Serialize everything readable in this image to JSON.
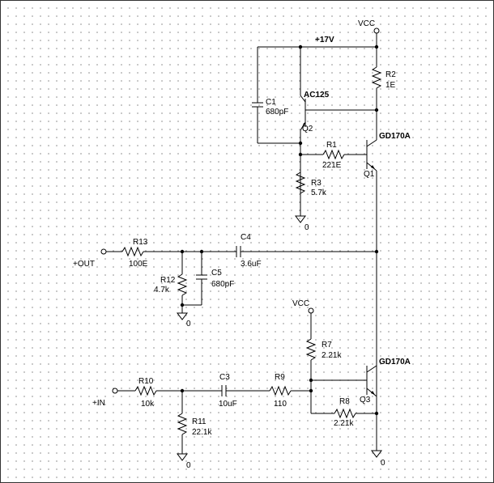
{
  "rails": {
    "vcc_top": "VCC",
    "supply_17v": "+17V",
    "vcc_mid": "VCC"
  },
  "grounds": {
    "g_r3": "0",
    "g_r12": "0",
    "g_r11": "0",
    "g_main": "0"
  },
  "ports": {
    "out": "+OUT",
    "in": "+IN"
  },
  "components": {
    "r1": {
      "ref": "R1",
      "value": "221E"
    },
    "r2": {
      "ref": "R2",
      "value": "1E"
    },
    "r3": {
      "ref": "R3",
      "value": "5.7k"
    },
    "r7": {
      "ref": "R7",
      "value": "2.21k"
    },
    "r8": {
      "ref": "R8",
      "value": "2.21k"
    },
    "r9": {
      "ref": "R9",
      "value": "110"
    },
    "r10": {
      "ref": "R10",
      "value": "10k"
    },
    "r11": {
      "ref": "R11",
      "value": "22.1k"
    },
    "r12": {
      "ref": "R12",
      "value": "4.7k"
    },
    "r13": {
      "ref": "R13",
      "value": "100E"
    },
    "c1": {
      "ref": "C1",
      "value": "680pF"
    },
    "c3": {
      "ref": "C3",
      "value": "10uF"
    },
    "c4": {
      "ref": "C4",
      "value": "3.6uF"
    },
    "c5": {
      "ref": "C5",
      "value": "680pF"
    },
    "q1": {
      "ref": "Q1",
      "part": "GD170A"
    },
    "q2": {
      "ref": "Q2",
      "part": "AC125"
    },
    "q3": {
      "ref": "Q3",
      "part": "GD170A"
    }
  }
}
